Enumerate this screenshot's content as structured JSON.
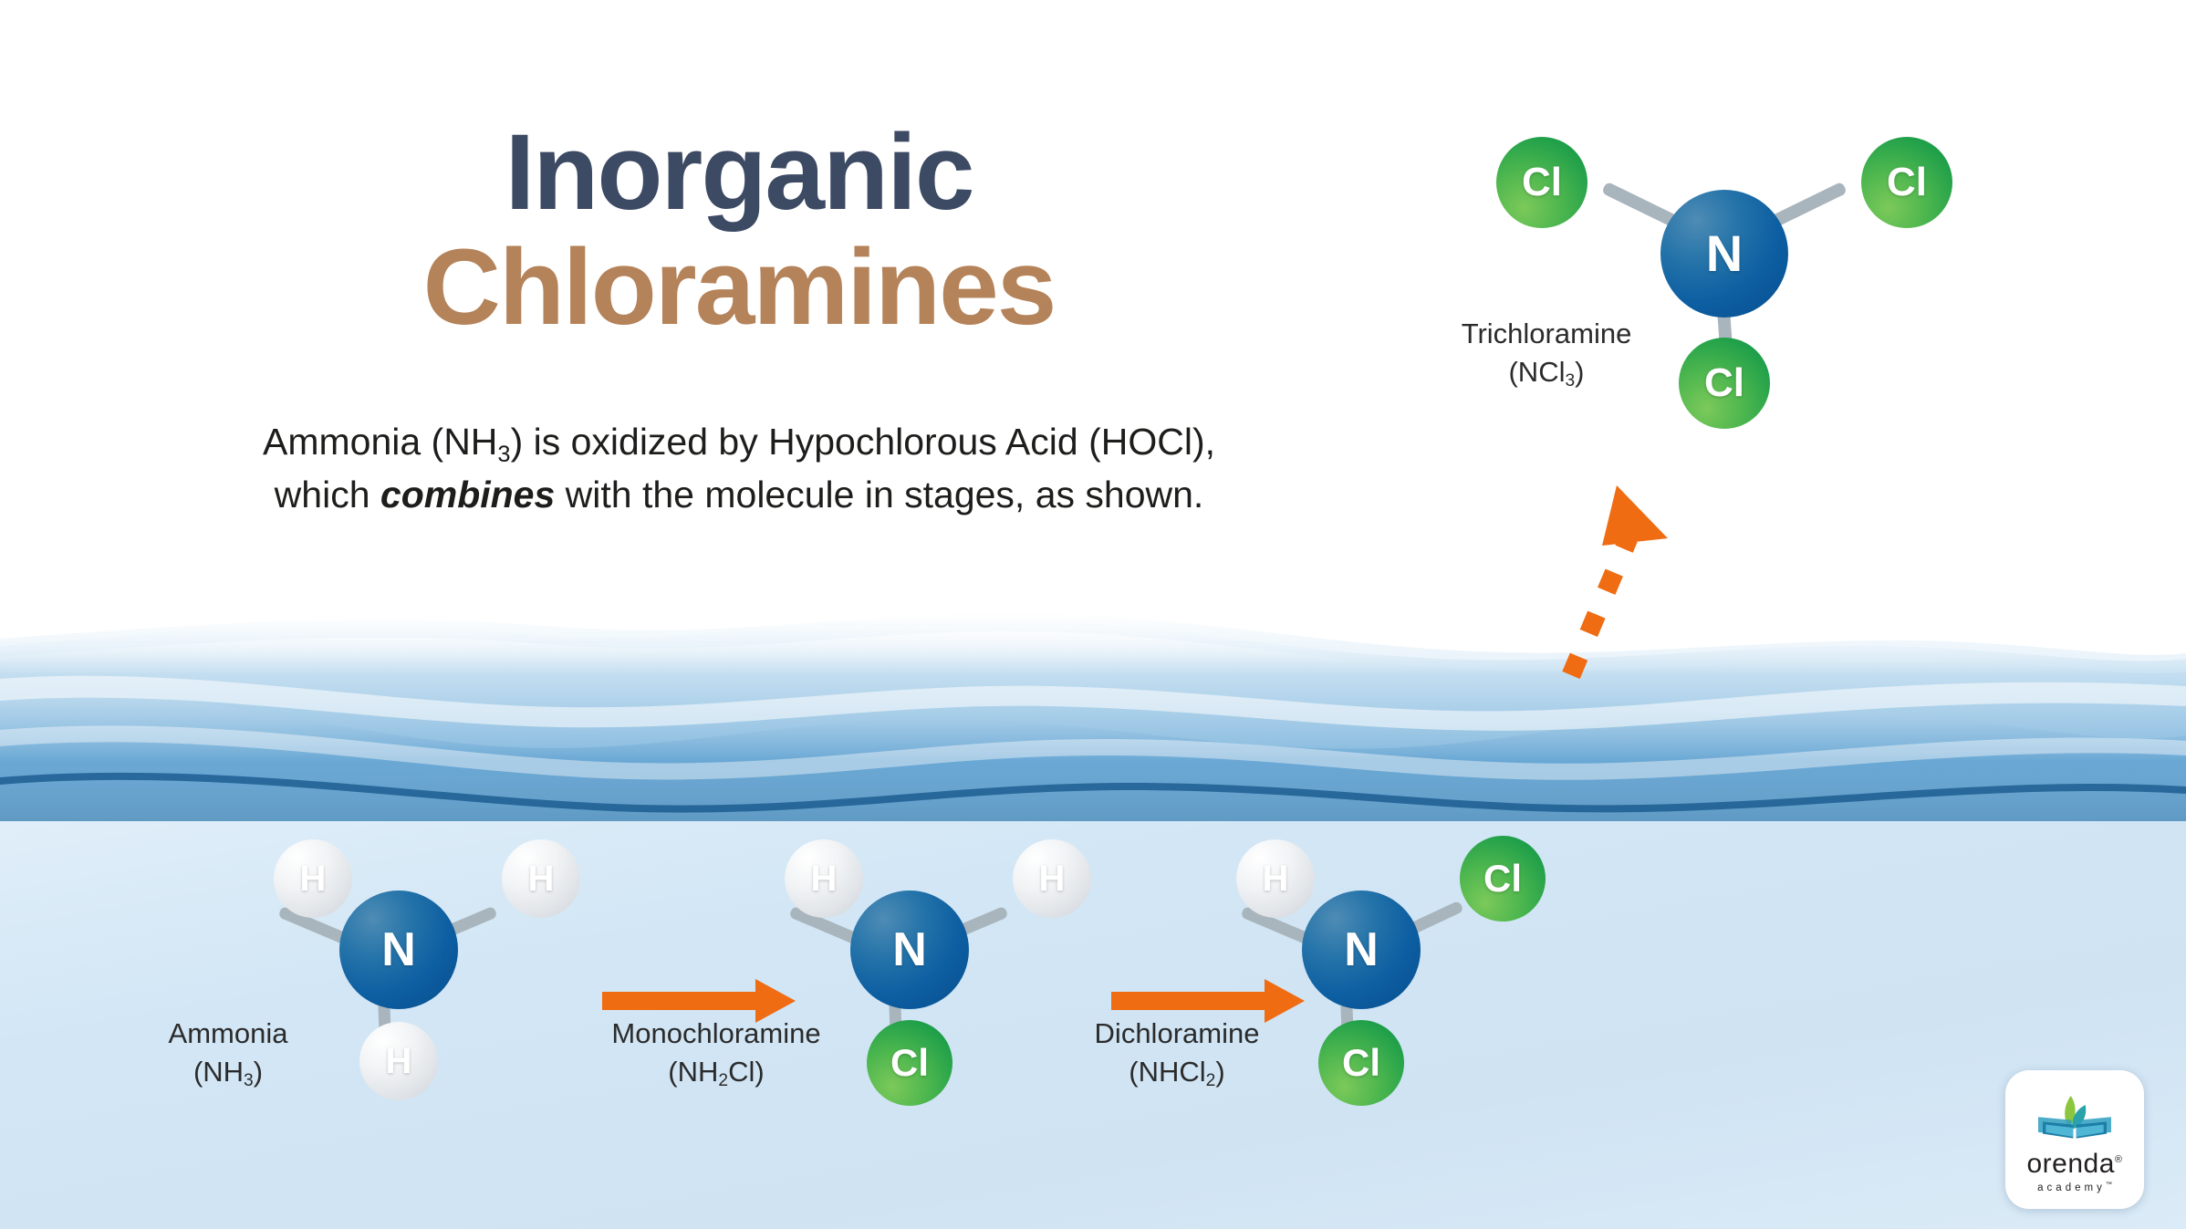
{
  "headline": {
    "line1": "Inorganic",
    "line2": "Chloramines",
    "color_line1": "#3D4A63",
    "color_line2": "#B5835A"
  },
  "subtitle": {
    "line1_a": "Ammonia (NH",
    "line1_sub": "3",
    "line1_b": ") is oxidized by Hypochlorous Acid (HOCl),",
    "line2_a": "which ",
    "line2_em": "combines",
    "line2_b": " with the molecule in stages, as shown."
  },
  "molecules": {
    "ammonia": {
      "name": "Ammonia",
      "formula_a": "(NH",
      "formula_sub": "3",
      "formula_b": ")",
      "center": "N",
      "atoms": [
        "H",
        "H",
        "H"
      ]
    },
    "monochloramine": {
      "name": "Monochloramine",
      "formula_a": "(NH",
      "formula_sub": "2",
      "formula_b": "Cl)",
      "center": "N",
      "atoms": [
        "H",
        "H",
        "Cl"
      ]
    },
    "dichloramine": {
      "name": "Dichloramine",
      "formula_a": "(NHCl",
      "formula_sub": "2",
      "formula_b": ")",
      "center": "N",
      "atoms": [
        "H",
        "Cl",
        "Cl"
      ]
    },
    "trichloramine": {
      "name": "Trichloramine",
      "formula_a": "(NCl",
      "formula_sub": "3",
      "formula_b": ")",
      "center": "N",
      "atoms": [
        "Cl",
        "Cl",
        "Cl"
      ]
    }
  },
  "logo": {
    "word": "orenda",
    "registered": "®",
    "sub": "academy",
    "tm": "™"
  },
  "colors": {
    "nitrogen": "#0D5EA2",
    "chlorine": "#2FA94E",
    "hydrogen": "#E6EAEE",
    "bond": "#A9B5BD",
    "arrow_orange": "#EF6C13",
    "water_light": "#D2E6F5",
    "water_deep": "#1E6FA8",
    "text_dark": "#2B2B2B"
  }
}
